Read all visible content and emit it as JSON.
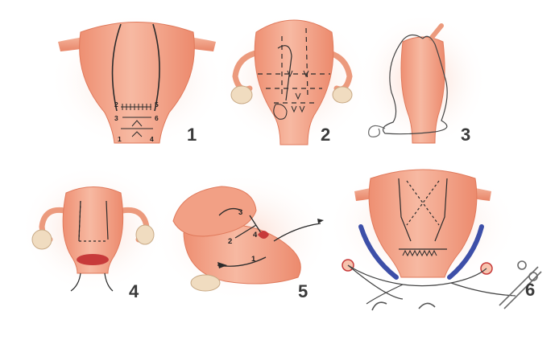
{
  "colors": {
    "uterus_fill": "#f2a085",
    "uterus_light": "#f7c3ae",
    "glow": "#fbd9cc",
    "ovary": "#f0dcc0",
    "suture": "#2b2b2b",
    "ureter_blue": "#3d4fa8",
    "number": "#3a3a3a"
  },
  "panels": [
    {
      "number": "1",
      "labels": [
        "2",
        "5",
        "3",
        "6",
        "1",
        "4"
      ]
    },
    {
      "number": "2",
      "labels": []
    },
    {
      "number": "3",
      "labels": []
    },
    {
      "number": "4",
      "labels": []
    },
    {
      "number": "5",
      "labels": [
        "3",
        "2",
        "4",
        "1"
      ]
    },
    {
      "number": "6",
      "labels": []
    }
  ],
  "icons": [
    "arrow-icon",
    "needle-icon",
    "forceps-icon"
  ]
}
